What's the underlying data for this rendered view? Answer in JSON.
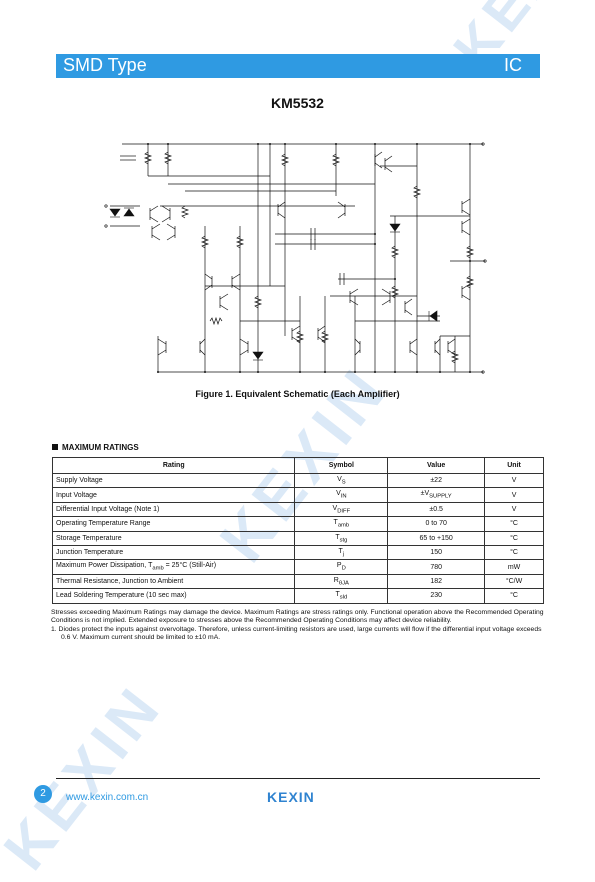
{
  "header": {
    "left": "SMD Type",
    "right": "IC"
  },
  "part_title": "KM5532",
  "watermark": "KEXIN",
  "figure_caption": "Figure 1. Equivalent Schematic (Each Amplifier)",
  "section_title": "MAXIMUM RATINGS",
  "table": {
    "headers": [
      "Rating",
      "Symbol",
      "Value",
      "Unit"
    ],
    "rows": [
      {
        "rating": "Supply Voltage",
        "sym": "V",
        "sub": "S",
        "value": "±22",
        "unit": "V"
      },
      {
        "rating": "Input Voltage",
        "sym": "V",
        "sub": "IN",
        "value": "±V",
        "value_sub": "SUPPLY",
        "unit": "V"
      },
      {
        "rating": "Differential Input Voltage (Note 1)",
        "sym": "V",
        "sub": "DIFF",
        "value": "±0.5",
        "unit": "V"
      },
      {
        "rating": "Operating Temperature Range",
        "sym": "T",
        "sub": "amb",
        "value": "0 to 70",
        "unit": "°C"
      },
      {
        "rating": "Storage Temperature",
        "sym": "T",
        "sub": "stg",
        "value": "65 to +150",
        "unit": "°C"
      },
      {
        "rating": "Junction Temperature",
        "sym": "T",
        "sub": "j",
        "value": "150",
        "unit": "°C"
      },
      {
        "rating": "Maximum Power Dissipation, T",
        "rating_sub": "amb",
        "rating_after": " = 25°C (Still-Air)",
        "sym": "P",
        "sub": "D",
        "value": "780",
        "unit": "mW"
      },
      {
        "rating": "Thermal Resistance, Junction  to  Ambient",
        "sym": "R",
        "sub": "θJA",
        "value": "182",
        "unit": "°C/W"
      },
      {
        "rating": "Lead Soldering Temperature (10 sec max)",
        "sym": "T",
        "sub": "sld",
        "value": "230",
        "unit": "°C"
      }
    ]
  },
  "notes": {
    "stress": "Stresses exceeding Maximum Ratings may damage the device. Maximum Ratings are stress ratings only. Functional operation above the Recommended Operating Conditions is not implied. Extended exposure to stresses above the Recommended Operating Conditions may affect device reliability.",
    "note1": "1.  Diodes protect the inputs against overvoltage. Therefore, unless current-limiting resistors are used, large currents will flow if the differential input voltage exceeds 0.6 V. Maximum current should be limited to ±10 mA."
  },
  "footer": {
    "page": "2",
    "website": "www.kexin.com.cn",
    "logo": "KEXIN"
  }
}
